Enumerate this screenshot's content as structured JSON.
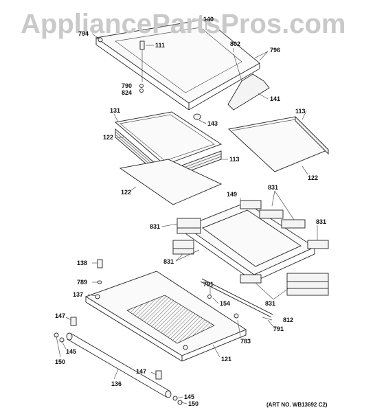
{
  "watermark": "AppliancePartsPros.com",
  "art_number": "(ART NO. WB13692 C2)",
  "callouts": [
    {
      "id": "c794",
      "text": "794"
    },
    {
      "id": "c140",
      "text": "140"
    },
    {
      "id": "c111",
      "text": "111"
    },
    {
      "id": "c802",
      "text": "802"
    },
    {
      "id": "c796",
      "text": "796"
    },
    {
      "id": "c790",
      "text": "790"
    },
    {
      "id": "c824",
      "text": "824"
    },
    {
      "id": "c141",
      "text": "141"
    },
    {
      "id": "c143",
      "text": "143"
    },
    {
      "id": "c131",
      "text": "131"
    },
    {
      "id": "c122a",
      "text": "122"
    },
    {
      "id": "c113a",
      "text": "113"
    },
    {
      "id": "c113b",
      "text": "113"
    },
    {
      "id": "c122b",
      "text": "122"
    },
    {
      "id": "c122c",
      "text": "122"
    },
    {
      "id": "c149",
      "text": "149"
    },
    {
      "id": "c831a",
      "text": "831"
    },
    {
      "id": "c831b",
      "text": "831"
    },
    {
      "id": "c831c",
      "text": "831"
    },
    {
      "id": "c831d",
      "text": "831"
    },
    {
      "id": "c831e",
      "text": "831"
    },
    {
      "id": "c138",
      "text": "138"
    },
    {
      "id": "c789",
      "text": "789"
    },
    {
      "id": "c137",
      "text": "137"
    },
    {
      "id": "c791a",
      "text": "791"
    },
    {
      "id": "c154",
      "text": "154"
    },
    {
      "id": "c812",
      "text": "812"
    },
    {
      "id": "c791b",
      "text": "791"
    },
    {
      "id": "c147a",
      "text": "147"
    },
    {
      "id": "c783",
      "text": "783"
    },
    {
      "id": "c145a",
      "text": "145"
    },
    {
      "id": "c150a",
      "text": "150"
    },
    {
      "id": "c121",
      "text": "121"
    },
    {
      "id": "c147b",
      "text": "147"
    },
    {
      "id": "c136",
      "text": "136"
    },
    {
      "id": "c145b",
      "text": "145"
    },
    {
      "id": "c150b",
      "text": "150"
    }
  ]
}
